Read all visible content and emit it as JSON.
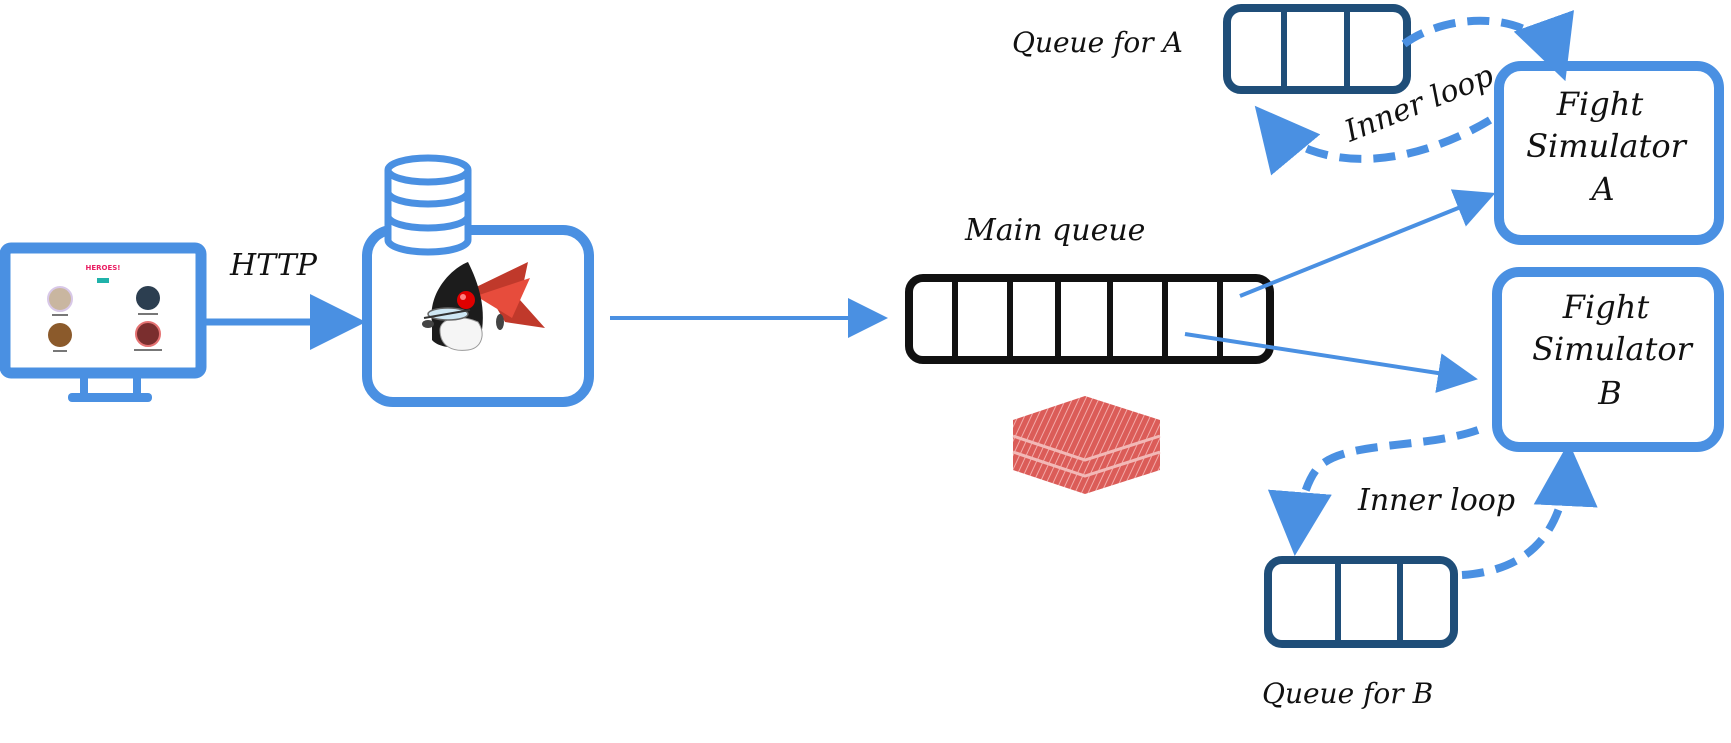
{
  "labels": {
    "http": "HTTP",
    "main_queue": "Main queue",
    "queue_a": "Queue for A",
    "queue_b": "Queue for B",
    "inner_loop_a": "Inner loop",
    "inner_loop_b": "Inner loop"
  },
  "simulator_a": {
    "line1": "Fight",
    "line2": "Simulator",
    "line3": "A"
  },
  "simulator_b": {
    "line1": "Fight",
    "line2": "Simulator",
    "line3": "B"
  },
  "monitor_screen": {
    "title": "HEROES!"
  },
  "colors": {
    "blue": "#4a90e2",
    "dark_blue": "#1f4e79",
    "black": "#111111",
    "redis_red": "#d9534f",
    "title_pink": "#e91e63",
    "button_teal": "#20b2aa"
  },
  "icons": {
    "client": "monitor-icon",
    "database": "database-icon",
    "service_mascot": "java-duke-mascot-icon",
    "broker": "redis-icon"
  }
}
